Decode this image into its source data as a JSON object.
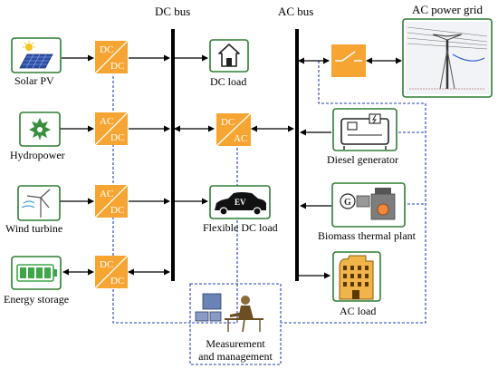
{
  "headers": {
    "dc_bus": "DC bus",
    "ac_bus": "AC bus",
    "ac_grid": "AC power grid"
  },
  "sources": {
    "solar": "Solar PV",
    "hydro": "Hydropower",
    "wind": "Wind turbine",
    "storage": "Energy storage"
  },
  "converters": {
    "dc_dc_top": "DC",
    "dc_dc_bottom": "DC",
    "ac": "AC",
    "dc": "DC"
  },
  "loads": {
    "dc_load": "DC load",
    "flexible_dc_load": "Flexible DC load",
    "ev_badge": "EV",
    "ac_load": "AC load"
  },
  "ac_side": {
    "diesel": "Diesel generator",
    "biomass": "Biomass thermal plant",
    "generator_badge": "G"
  },
  "management": {
    "line1": "Measurement",
    "line2": "and management"
  },
  "colors": {
    "converter_orange": "#f7a532",
    "frame_green": "#2e7d32",
    "control_blue": "#1f3fbf",
    "bus_black": "#000000"
  }
}
